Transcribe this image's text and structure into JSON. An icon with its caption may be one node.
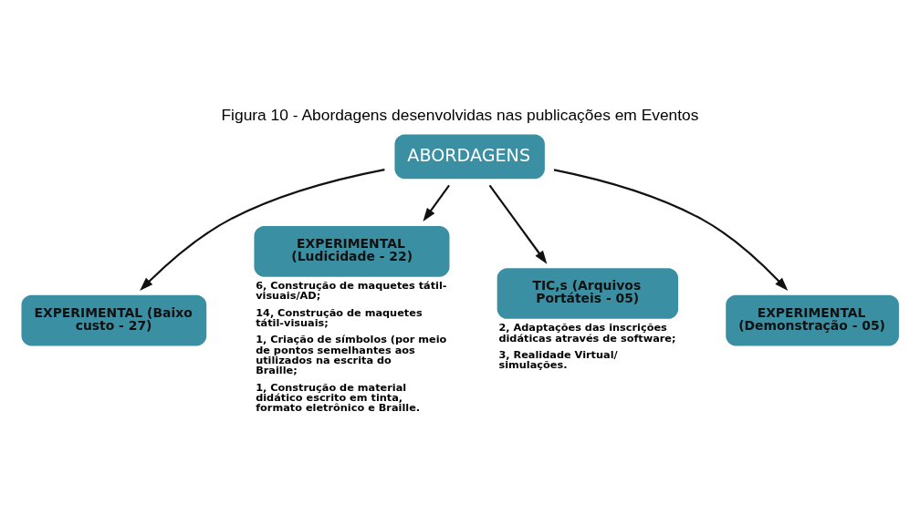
{
  "diagram": {
    "title": "Figura 10 - Abordagens desenvolvidas nas publicações em Eventos",
    "nodes": [
      {
        "text": [
          "ABORDAGENS"
        ]
      },
      {
        "text": [
          "EXPERIMENTAL (Baixo custo - 27)"
        ]
      },
      {
        "text": [
          "EXPERIMENTAL (Ludicidade - 22)"
        ],
        "beside": [
          "6, Construção de maquetes tátil-visuais/AD;",
          "14, Construção de maquetes tátil-visuais;",
          "1, Criação de símbolos (por meio de pontos semelhantes aos utilizados na escrita do Braille;",
          "1, Construção de material didático escrito em tinta, formato eletrônico e Braille."
        ]
      },
      {
        "text": [
          "TIC,s (Arquivos Portáteis - 05)"
        ],
        "beside": [
          "2, Adaptações das inscrições didáticas através de software;",
          "3, Realidade Virtual/ simulações."
        ]
      },
      {
        "text": [
          "EXPERIMENTAL (Demonstração - 05)"
        ]
      }
    ],
    "edges": [
      {
        "from": 0,
        "to": 1,
        "arrow": "to"
      },
      {
        "from": 0,
        "to": 2,
        "arrow": "to"
      },
      {
        "from": 0,
        "to": 3,
        "arrow": "to"
      },
      {
        "from": 0,
        "to": 4,
        "arrow": "to"
      }
    ]
  }
}
